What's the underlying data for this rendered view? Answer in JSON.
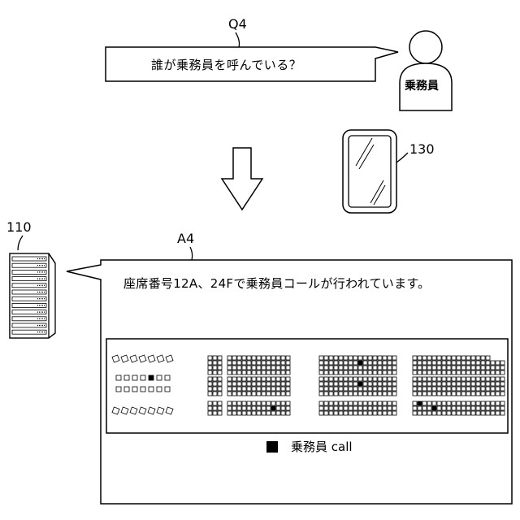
{
  "question": {
    "ref_label": "Q4",
    "text": "誰が乗務員を呼んでいる？"
  },
  "crew": {
    "label": "乗務員"
  },
  "device": {
    "ref_label": "130"
  },
  "server": {
    "ref_label": "110"
  },
  "answer": {
    "ref_label": "A4",
    "text": "座席番号12A、24Fで乗務員コールが行われています。"
  },
  "seat_map": {
    "legend_text": "乗務員 call",
    "highlight_color": "#000000"
  }
}
